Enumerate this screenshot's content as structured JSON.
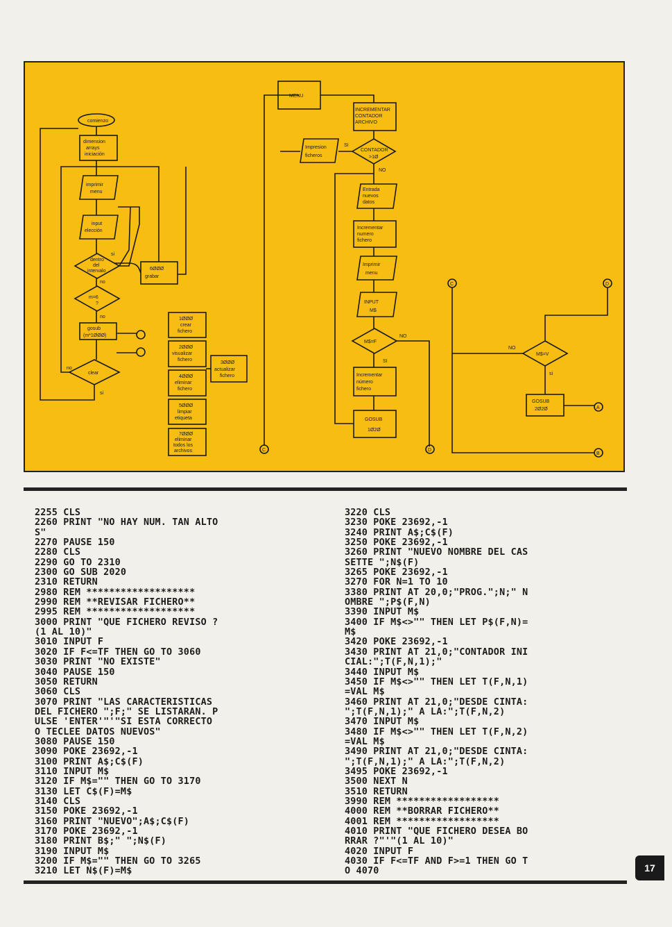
{
  "page_number": "17",
  "flowchart": {
    "comienzo": "comienzo",
    "dimension": [
      "dimension",
      "arrays",
      "iniciación"
    ],
    "imprimir_menu_1": [
      "imprimir",
      "menu"
    ],
    "input_eleccion": [
      "input",
      "elección"
    ],
    "dentro_intervalo": [
      "dentro",
      "del",
      "intervalo"
    ],
    "si": "si",
    "no": "no",
    "grabar": [
      "6ØØØ",
      "grabar"
    ],
    "m6": [
      "m=6",
      "?"
    ],
    "gosub": [
      "gosub",
      "(m*1ØØØ)"
    ],
    "clear": "clear",
    "crear": [
      "1ØØØ",
      "crear",
      "fichero"
    ],
    "visualizar": [
      "2ØØØ",
      "visualizar",
      "fichero"
    ],
    "eliminar": [
      "4ØØØ",
      "eliminar",
      "fichero"
    ],
    "limpiar": [
      "5ØØØ",
      "limpiar",
      "etiqueta"
    ],
    "eliminar_todos": [
      "7ØØØ",
      "eliminar",
      "todos los",
      "archivos"
    ],
    "actualizar": [
      "3ØØØ",
      "actualizar",
      "fichero"
    ],
    "menu": "MENU",
    "incrementar_contador": [
      "INCREMENTAR",
      "CONTADOR",
      "ARCHIVO"
    ],
    "impresion": [
      "Impresion",
      "ficheros"
    ],
    "si_caps": "SI",
    "no_caps": "NO",
    "contador": [
      "CONTADOR",
      ">1Ø"
    ],
    "entrada": [
      "Entrada",
      "nuevos",
      "datos"
    ],
    "incrementar_fichero": [
      "Incrementar",
      "numero",
      "fichero"
    ],
    "imprimir_menu_2": [
      "Imprimir",
      "menu"
    ],
    "input_m": [
      "INPUT",
      "M$"
    ],
    "msf": "M$=F",
    "incrementar_fichero_2": [
      "Incrementar",
      "número",
      "fichero"
    ],
    "gosub_1020": [
      "GOSUB",
      "1Ø2Ø"
    ],
    "msv": "M$=V",
    "gosub_2020": [
      "GOSUB",
      "2Ø2Ø"
    ],
    "connectors": [
      "C",
      "D",
      "A",
      "B"
    ]
  },
  "listing_left": [
    "2255 CLS",
    "2260 PRINT \"NO HAY NUM. TAN ALTO",
    "S\"",
    "2270 PAUSE 150",
    "2280 CLS",
    "2290 GO TO 2310",
    "2300 GO SUB 2020",
    "2310 RETURN",
    "2980 REM *******************",
    "2990 REM **REVISAR FICHERO**",
    "2995 REM *******************",
    "3000 PRINT \"QUE FICHERO REVISO ?",
    "(1 AL 10)\"",
    "3010 INPUT F",
    "3020 IF F<=TF THEN GO TO 3060",
    "3030 PRINT \"NO EXISTE\"",
    "3040 PAUSE 150",
    "3050 RETURN",
    "3060 CLS",
    "3070 PRINT \"LAS CARACTERISTICAS",
    "DEL FICHERO \";F;\" SE LISTARAN. P",
    "ULSE 'ENTER'\"'\"SI ESTA CORRECTO",
    "O TECLEE DATOS NUEVOS\"",
    "3080 PAUSE 150",
    "3090 POKE 23692,-1",
    "3100 PRINT A$;C$(F)",
    "3110 INPUT M$",
    "3120 IF M$=\"\" THEN GO TO 3170",
    "3130 LET C$(F)=M$",
    "3140 CLS",
    "3150 POKE 23692,-1",
    "3160 PRINT \"NUEVO\";A$;C$(F)",
    "3170 POKE 23692,-1",
    "3180 PRINT B$;\" \";N$(F)",
    "3190 INPUT M$",
    "3200 IF M$=\"\" THEN GO TO 3265",
    "3210 LET N$(F)=M$"
  ],
  "listing_right": [
    "3220 CLS",
    "3230 POKE 23692,-1",
    "3240 PRINT A$;C$(F)",
    "3250 POKE 23692,-1",
    "3260 PRINT \"NUEVO NOMBRE DEL CAS",
    "SETTE \";N$(F)",
    "3265 POKE 23692,-1",
    "3270 FOR N=1 TO 10",
    "3380 PRINT AT 20,0;\"PROG.\";N;\" N",
    "OMBRE \";P$(F,N)",
    "3390 INPUT M$",
    "3400 IF M$<>\"\" THEN LET P$(F,N)=",
    "M$",
    "3420 POKE 23692,-1",
    "3430 PRINT AT 21,0;\"CONTADOR INI",
    "CIAL:\";T(F,N,1);\"",
    "3440 INPUT M$",
    "3450 IF M$<>\"\" THEN LET T(F,N,1)",
    "=VAL M$",
    "3460 PRINT AT 21,0;\"DESDE CINTA:",
    "\";T(F,N,1);\" A LA:\";T(F,N,2)",
    "3470 INPUT M$",
    "3480 IF M$<>\"\" THEN LET T(F,N,2)",
    "=VAL M$",
    "3490 PRINT AT 21,0;\"DESDE CINTA:",
    "\";T(F,N,1);\" A LA:\";T(F,N,2)",
    "3495 POKE 23692,-1",
    "3500 NEXT N",
    "3510 RETURN",
    "3990 REM ******************",
    "4000 REM **BORRAR FICHERO**",
    "4001 REM ******************",
    "4010 PRINT \"QUE FICHERO DESEA BO",
    "RRAR ?\"'\"(1 AL 10)\"",
    "4020 INPUT F",
    "4030 IF F<=TF AND F>=1 THEN GO T",
    "O 4070"
  ]
}
